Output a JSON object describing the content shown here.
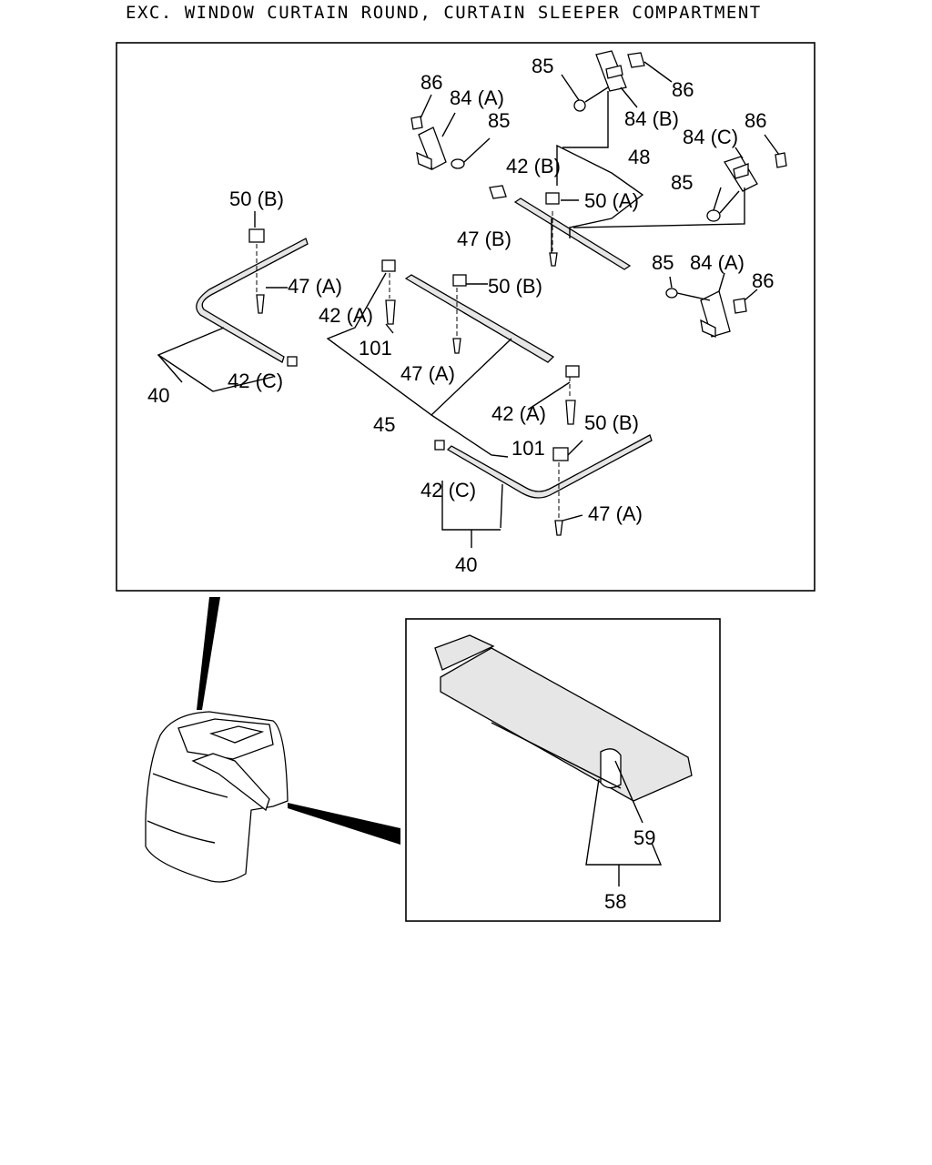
{
  "title": "EXC. WINDOW CURTAIN ROUND, CURTAIN SLEEPER COMPARTMENT",
  "callouts": {
    "c86_a": "86",
    "c84a_top": "84 (A)",
    "c85_a": "85",
    "c85_b": "85",
    "c86_b": "86",
    "c84b": "84 (B)",
    "c84c": "84 (C)",
    "c86_c": "86",
    "c85_c": "85",
    "c42b": "42 (B)",
    "c48": "48",
    "c50a": "50 (A)",
    "c47b": "47 (B)",
    "c85_d": "85",
    "c84a_right": "84 (A)",
    "c86_d": "86",
    "c50b_left": "50 (B)",
    "c47a_left": "47 (A)",
    "c42c_left": "42 (C)",
    "c40_left": "40",
    "c42a_mid": "42 (A)",
    "c101_mid": "101",
    "c50b_mid": "50 (B)",
    "c47a_mid": "47 (A)",
    "c45": "45",
    "c42a_low": "42 (A)",
    "c101_low": "101",
    "c50b_right": "50 (B)",
    "c42c_low": "42 (C)",
    "c47a_low": "47 (A)",
    "c40_low": "40",
    "c59": "59",
    "c58": "58"
  }
}
